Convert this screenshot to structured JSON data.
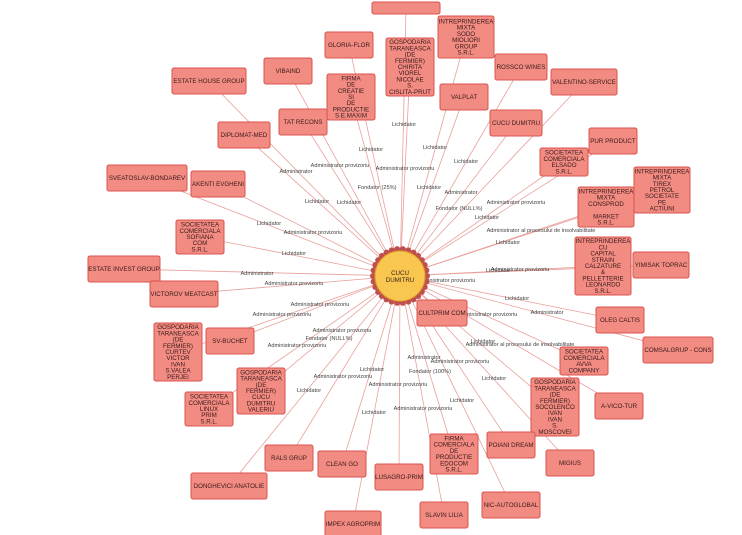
{
  "center": {
    "label": [
      "CUCU",
      "DUMITRU"
    ]
  },
  "nodes": [
    {
      "id": "top",
      "label": [
        ""
      ]
    },
    {
      "id": "gloria",
      "label": [
        "GLORIA-FLOR"
      ]
    },
    {
      "id": "gospodaria1",
      "label": [
        "GOSPODARIA",
        "TARANEASCA",
        "(DE",
        "FERMIER)",
        "CHIRITA",
        "VIOREL",
        "NICOLAE",
        "S.",
        "CISLITA-PRUT"
      ]
    },
    {
      "id": "intreprinderea1",
      "label": [
        "INTREPRINDEREA",
        "MIXTA",
        "SODO",
        "MIOLIORI",
        "GROUP",
        "S.R.L."
      ]
    },
    {
      "id": "rossco",
      "label": [
        "ROSSCO WINES"
      ]
    },
    {
      "id": "valentino",
      "label": [
        "VALENTINO-SERVICE"
      ]
    },
    {
      "id": "vibaind",
      "label": [
        "VIBAIND"
      ]
    },
    {
      "id": "firma1",
      "label": [
        "FIRMA",
        "DE",
        "CREATIE",
        "SI",
        "DE",
        "PRODUCTIE",
        "S.E.MAXIM"
      ]
    },
    {
      "id": "estate_house",
      "label": [
        "ESTATE HOUSE GROUP"
      ]
    },
    {
      "id": "valplat",
      "label": [
        "VALPLAT"
      ]
    },
    {
      "id": "tat",
      "label": [
        "TAT RECONS"
      ]
    },
    {
      "id": "cucu_d",
      "label": [
        "CUCU DUMITRU"
      ]
    },
    {
      "id": "diplomat",
      "label": [
        "DIPLOMAT-MED"
      ]
    },
    {
      "id": "pur",
      "label": [
        "PUR PRODUCT"
      ]
    },
    {
      "id": "soc_elsado",
      "label": [
        "SOCIETATEA",
        "COMERCIALA",
        "ELSADO",
        "S.R.L."
      ]
    },
    {
      "id": "sveatoslav",
      "label": [
        "SVEATOSLAV-BONDAREV"
      ]
    },
    {
      "id": "akenti",
      "label": [
        "AKENTI EVGHENI"
      ]
    },
    {
      "id": "intr_tirex",
      "label": [
        "INTREPRINDEREA",
        "MIXTA",
        "TIREX",
        "PETROL",
        "SOCIETATE",
        "PE",
        "ACTIUNI"
      ]
    },
    {
      "id": "intr_consprod",
      "label": [
        "INTREPRINDEREA",
        "MIXTA",
        "CONSPROD",
        "",
        "MARKET",
        "S.R.L."
      ]
    },
    {
      "id": "soc_sofiana",
      "label": [
        "SOCIETATEA",
        "COMERCIALA",
        "SOFIANA",
        "COM",
        "S.R.L."
      ]
    },
    {
      "id": "intr_capital",
      "label": [
        "INTREPRINDEREA",
        "CU",
        "CAPITAL",
        "STRAIN",
        "CALZATURE",
        "&",
        "PELLETTERIE",
        "LEONARDO",
        "S.R.L."
      ]
    },
    {
      "id": "yimisak",
      "label": [
        "YIMISAK TOPRAC"
      ]
    },
    {
      "id": "estate_invest",
      "label": [
        "ESTATE INVEST GROUP"
      ]
    },
    {
      "id": "victorov",
      "label": [
        "VICTOROV MEATCAST"
      ]
    },
    {
      "id": "cultprim",
      "label": [
        "CULTPRIM COM"
      ]
    },
    {
      "id": "oleg",
      "label": [
        "OLEG CALTIS"
      ]
    },
    {
      "id": "comsalgrup",
      "label": [
        "COMSALGRUP - CONS"
      ]
    },
    {
      "id": "gosp_curtev",
      "label": [
        "GOSPODARIA",
        "TARANEASCA",
        "(DE",
        "FERMIER)",
        "CURTEV",
        "VICTOR",
        "IVAN",
        "S.VALEA",
        "PERJEI"
      ]
    },
    {
      "id": "sv_buchet",
      "label": [
        "SV-BUCHET"
      ]
    },
    {
      "id": "soc_avva",
      "label": [
        "SOCIETATEA",
        "COMERCIALA",
        "AVVA",
        "COMPANY"
      ]
    },
    {
      "id": "gosp_valeriu",
      "label": [
        "GOSPODARIA",
        "TARANEASCA",
        "(DE",
        "FERMIER)",
        "CUCU",
        "DUMITRU",
        "VALERIU"
      ]
    },
    {
      "id": "gosp_moscovei",
      "label": [
        "GOSPODARIA",
        "TARANEASCA",
        "(DE",
        "FERMIER)",
        "SOCOLENCO",
        "IVAN",
        "IVAN",
        "S.",
        "MOSCOVEI"
      ]
    },
    {
      "id": "avico",
      "label": [
        "A-VICO-TUR"
      ]
    },
    {
      "id": "soc_linux",
      "label": [
        "SOCIETATEA",
        "COMERCIALA",
        "LINUX",
        "PRIM",
        "S.R.L."
      ]
    },
    {
      "id": "firma_edocom",
      "label": [
        "FIRMA",
        "COMERCIALA",
        "DE",
        "PRODUCTIE",
        "EDOCOM",
        "S.R.L."
      ]
    },
    {
      "id": "poiani",
      "label": [
        "POIANI DREAM"
      ]
    },
    {
      "id": "rals",
      "label": [
        "RALS GRUP"
      ]
    },
    {
      "id": "clean",
      "label": [
        "CLEAN GO"
      ]
    },
    {
      "id": "migius",
      "label": [
        "MIGIUS"
      ]
    },
    {
      "id": "lusagro",
      "label": [
        "LUSAGRO-PRIM"
      ]
    },
    {
      "id": "donghevici",
      "label": [
        "DONGHEVICI ANATOLIE"
      ]
    },
    {
      "id": "nic",
      "label": [
        "NIC-AUTOGLOBAL"
      ]
    },
    {
      "id": "slavin",
      "label": [
        "SLAVIN LILIA"
      ]
    },
    {
      "id": "impex",
      "label": [
        "IMPEX AGROPRIM"
      ]
    }
  ],
  "edge_labels": [
    "Lichidator",
    "Lichidator",
    "Lichidator",
    "Lichidator",
    "Administrator provizoriu",
    "Administrator provizoriu",
    "Administrator",
    "Fondator (25%)",
    "Lichidator",
    "Lichidator",
    "Lichidator",
    "Administrator",
    "Fondator (NULL%)",
    "Administrator provizoriu",
    "Lichidator",
    "Lichidator",
    "Administrator provizoriu",
    "Administrator al procesului de insolvabilitate",
    "Lichidator",
    "Administrator provizoriu",
    "Lichidator",
    "Administrator",
    "Administrator provizoriu",
    "Lichidator",
    "Administrator provizoriu",
    "Administrator provizoriu",
    "Lichidator",
    "Administrator provizoriu",
    "Administrator provizoriu",
    "Administrator provizoriu",
    "Administrator provizoriu",
    "Fondator (NULL%)",
    "Administrator",
    "Lichidator",
    "Administrator provizoriu",
    "Administrator",
    "Lichidator",
    "Administrator provizoriu",
    "Lichidator",
    "Administrator provizoriu",
    "Fondator (100%)",
    "Lichidator",
    "Administrator al procesului de insolvabilitate",
    "Lichidator",
    "Administrator provizoriu",
    "Lichidator"
  ]
}
